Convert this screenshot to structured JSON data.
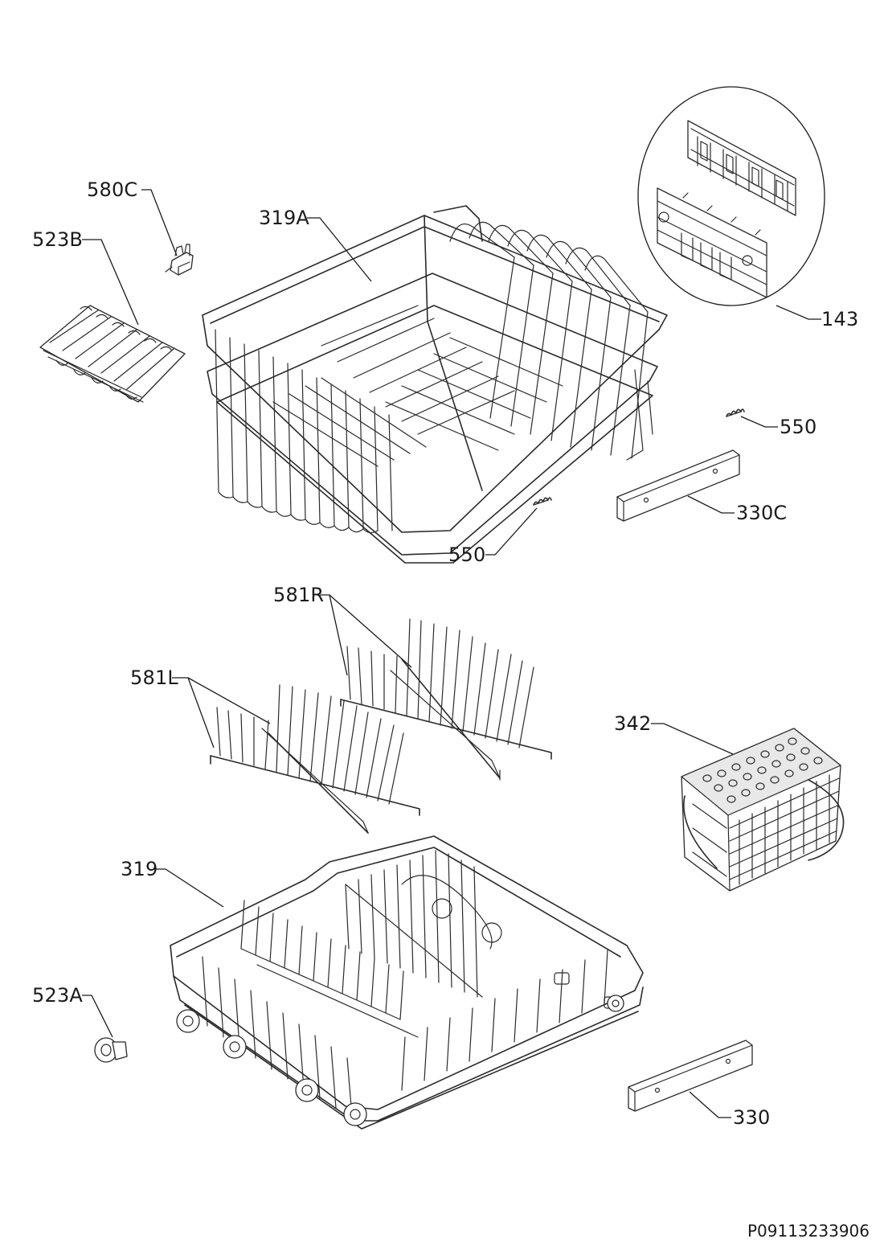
{
  "document_number": "P09113233906",
  "labels": {
    "l_580C": "580C",
    "l_523B": "523B",
    "l_319A": "319A",
    "l_143": "143",
    "l_550_right": "550",
    "l_330C": "330C",
    "l_550_bottom": "550",
    "l_581R": "581R",
    "l_581L": "581L",
    "l_342": "342",
    "l_319": "319",
    "l_523A": "523A",
    "l_330": "330"
  }
}
